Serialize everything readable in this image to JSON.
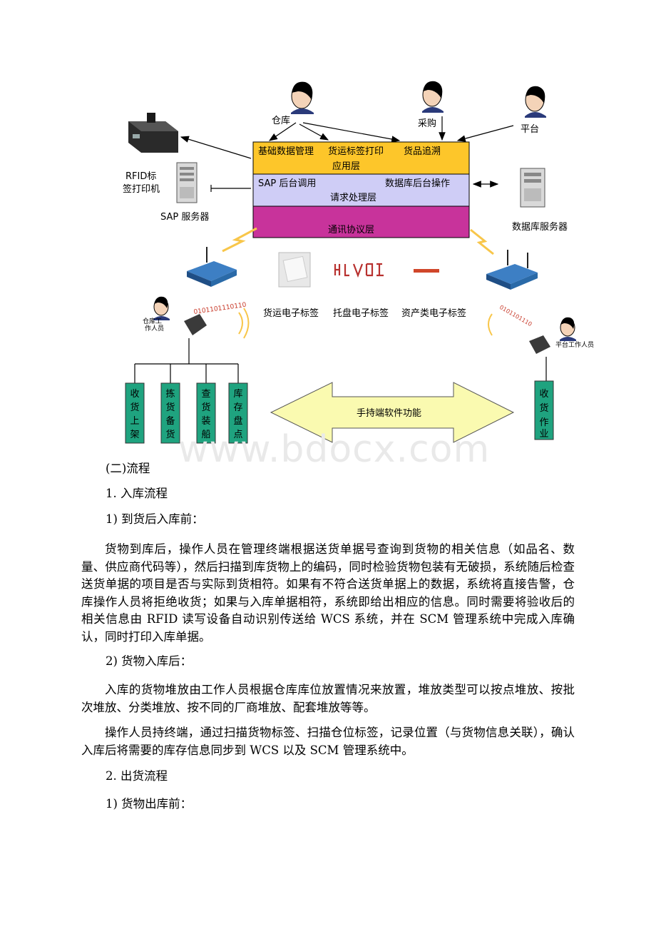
{
  "diagram": {
    "roles": {
      "warehouse": "仓库",
      "purchase": "采购",
      "platform": "平台"
    },
    "app_layer": {
      "items": [
        "基础数据管理",
        "货运标签打印",
        "货品追溯"
      ],
      "title": "应用层"
    },
    "request_layer": {
      "left": "SAP 后台调用",
      "right": "数据库后台操作",
      "title": "请求处理层"
    },
    "protocol_layer": {
      "title": "通讯协议层"
    },
    "printer_label_1": "RFID标",
    "printer_label_2": "签打印机",
    "sap_server": "SAP 服务器",
    "db_server": "数据库服务器",
    "tags": [
      "货运电子标签",
      "托盘电子标签",
      "资产类电子标签"
    ],
    "warehouse_worker": "仓库工作人员",
    "platform_worker": "平台工作人员",
    "binary_left": "0101101110110",
    "binary_right": "0101101110",
    "functions_left": [
      "收货上架",
      "拣货备货",
      "查货装船",
      "库存盘点"
    ],
    "function_right": "收货作业",
    "handheld": "手持端软件功能",
    "colors": {
      "app": "#fdc62a",
      "request": "#cfcdf6",
      "protocol": "#c8339b",
      "func": "#1fa37f",
      "arrow": "#fafab0"
    }
  },
  "watermark": "www.bdocx.com",
  "doc": {
    "sec2": "(二)流程",
    "in_title": "1. 入库流程",
    "in_before": "1) 到货后入库前：",
    "in_before_p": "货物到库后，操作人员在管理终端根据送货单据号查询到货物的相关信息（如品名、数量、供应商代码等），然后扫描到库货物上的编码，同时检验货物包装有无破损，系统随后检查送货单据的项目是否与实际到货相符。如果有不符合送货单据上的数据，系统将直接告警，仓库操作人员将拒绝收货；如果与入库单据相符，系统即给出相应的信息。同时需要将验收后的相关信息由 RFID 读写设备自动识别传送给 WCS 系统，并在 SCM 管理系统中完成入库确认，同时打印入库单据。",
    "in_after": "2) 货物入库后：",
    "in_after_p1": "入库的货物堆放由工作人员根据仓库库位放置情况来放置，堆放类型可以按点堆放、按批次堆放、分类堆放、按不同的厂商堆放、配套堆放等等。",
    "in_after_p2": "操作人员持终端，通过扫描货物标签、扫描仓位标签，记录位置（与货物信息关联），确认入库后将需要的库存信息同步到 WCS 以及 SCM 管理系统中。",
    "out_title": "2. 出货流程",
    "out_before": "1) 货物出库前："
  }
}
